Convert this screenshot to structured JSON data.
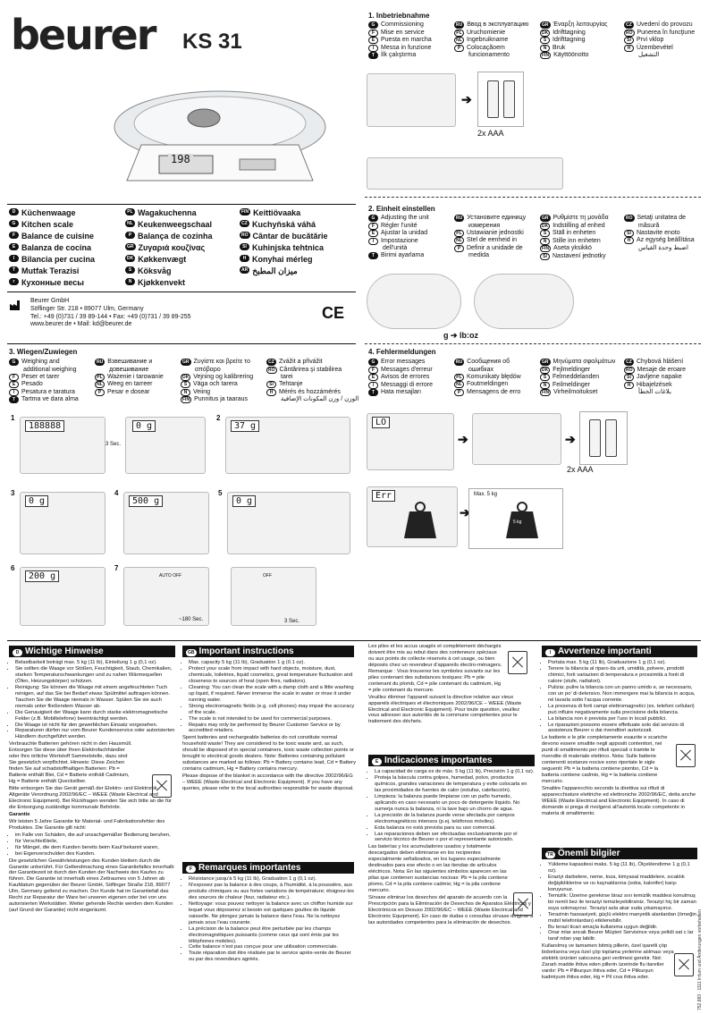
{
  "brand": {
    "logo": "beurer",
    "model": "KS 31"
  },
  "hero": {
    "display": "198"
  },
  "lang_names": [
    {
      "code": "D",
      "text": "Küchenwaage"
    },
    {
      "code": "G",
      "text": "Kitchen scale"
    },
    {
      "code": "F",
      "text": "Balance de cuisine"
    },
    {
      "code": "E",
      "text": "Balanza de cocina"
    },
    {
      "code": "I",
      "text": "Bilancia per cucina"
    },
    {
      "code": "T",
      "text": "Mutfak Terazisi"
    },
    {
      "code": "r",
      "text": "Кухонные весы"
    },
    {
      "code": "PL",
      "text": "Wagakuchenna"
    },
    {
      "code": "NL",
      "text": "Keukenweegschaal"
    },
    {
      "code": "P",
      "text": "Balança de cozinha"
    },
    {
      "code": "GR",
      "text": "Zυγαριά κουζίνας"
    },
    {
      "code": "DK",
      "text": "Køkkenvægt"
    },
    {
      "code": "S",
      "text": "Köksvåg"
    },
    {
      "code": "N",
      "text": "Kjøkkenvekt"
    },
    {
      "code": "FIN",
      "text": "Keittiövaaka"
    },
    {
      "code": "CZ",
      "text": "Kuchyňská váhá"
    },
    {
      "code": "RO",
      "text": "Cântar de bucătărie"
    },
    {
      "code": "SI",
      "text": "Kuhinjska tehtnica"
    },
    {
      "code": "H",
      "text": "Konyhai mérleg"
    },
    {
      "code": "AR",
      "text": "ميزان المطبخ"
    }
  ],
  "company": {
    "name": "Beurer GmbH",
    "addr": "Söflinger Str. 218  •  89077 Ulm, Germany",
    "tel": "Tel.: +49 (0)731 / 39 89-144  •  Fax: +49 (0)731 / 39 89-255",
    "web": "www.beurer.de  •  Mail: kd@beurer.de",
    "ce": "CE"
  },
  "s1": {
    "title": "1. Inbetriebnahme",
    "col1": [
      [
        "G",
        "Commissioning"
      ],
      [
        "F",
        "Mise en service"
      ],
      [
        "E",
        "Puesta en marcha"
      ],
      [
        "I",
        "Messa in funzione"
      ],
      [
        "T",
        "İlk çalıştırma"
      ]
    ],
    "col2": [
      [
        "RU",
        "Ввод в эксплуатацию"
      ],
      [
        "PL",
        "Uruchomienie"
      ],
      [
        "NL",
        "Ingebruikname"
      ],
      [
        "P",
        "Colocaçãoem"
      ],
      [
        "",
        "funcionamento"
      ]
    ],
    "col3": [
      [
        "GR",
        "Έναρξη λειτουργίας"
      ],
      [
        "DK",
        "Idrifttagning"
      ],
      [
        "S",
        "Idrifttagning"
      ],
      [
        "N",
        "Bruk"
      ],
      [
        "FIN",
        "Käyttöönotto"
      ]
    ],
    "col4": [
      [
        "CZ",
        "Uvedení do provozu"
      ],
      [
        "RO",
        "Punerea în funcţiune"
      ],
      [
        "SI",
        "Prvi vklop"
      ],
      [
        "H",
        "Üzembevétel"
      ],
      [
        "",
        "التشغيل"
      ]
    ],
    "battery": "2x AAA"
  },
  "s2": {
    "title": "2. Einheit einstellen",
    "col1": [
      [
        "G",
        "Adjusting the unit"
      ],
      [
        "F",
        "Régler l'unité"
      ],
      [
        "E",
        "Ajustar la unidad"
      ],
      [
        "I",
        "Impostazione"
      ],
      [
        "",
        "dell'unità"
      ],
      [
        "T",
        "Birimi ayarlama"
      ]
    ],
    "col2": [
      [
        "RU",
        "Установите единицу"
      ],
      [
        "",
        "измерения"
      ],
      [
        "PL",
        "Ustawianie jednostki"
      ],
      [
        "NL",
        "Stel de eenheid in"
      ],
      [
        "P",
        "Definir a unidade de"
      ],
      [
        "",
        "medida"
      ]
    ],
    "col3": [
      [
        "GR",
        "Ρυθμίστε τη μονάδα"
      ],
      [
        "DK",
        "Indstilling af enhed"
      ],
      [
        "S",
        "Ställ in enheten"
      ],
      [
        "N",
        "Stille inn enheten"
      ],
      [
        "FIN",
        "Aseta yksikkö"
      ],
      [
        "SI",
        "Nastavení jednotky"
      ]
    ],
    "col4": [
      [
        "RO",
        "Setaţi unitatea de"
      ],
      [
        "",
        "măsură"
      ],
      [
        "SI",
        "Nastavite enoto"
      ],
      [
        "H",
        "Az egység beállítása"
      ],
      [
        "",
        "اضبط وحدة القياس"
      ]
    ],
    "caption": "g ➔ lb:oz"
  },
  "s3": {
    "title": "3. Wiegen/Zuwiegen",
    "col1": [
      [
        "G",
        "Weighing and"
      ],
      [
        "",
        "additional weighing"
      ],
      [
        "F",
        "Peser et tarer"
      ],
      [
        "E",
        "Pesado"
      ],
      [
        "I",
        "Pesatura e taratura"
      ],
      [
        "T",
        "Tartma ve dara alma"
      ]
    ],
    "col2": [
      [
        "RU",
        "Взвешивание и"
      ],
      [
        "",
        "довешивание"
      ],
      [
        "PL",
        "Ważenie i tarowanie"
      ],
      [
        "NL",
        "Weeg en tarreer"
      ],
      [
        "P",
        "Pesar e dosear"
      ]
    ],
    "col3": [
      [
        "GR",
        "Ζυγίστε και βρείτε το"
      ],
      [
        "",
        "απόβαρο"
      ],
      [
        "DK",
        "Vejning og kalibrering"
      ],
      [
        "S",
        "Väga och tarera"
      ],
      [
        "N",
        "Veiing"
      ],
      [
        "FIN",
        "Punnitus ja taaraus"
      ]
    ],
    "col4": [
      [
        "CZ",
        "Zvážit a přivážit"
      ],
      [
        "RO",
        "Cântărirea şi stabilirea"
      ],
      [
        "",
        "tarei"
      ],
      [
        "SI",
        "Tehtanje"
      ],
      [
        "H",
        "Mérés és hozzámérés"
      ],
      [
        "",
        "الوزن / وزن المكونات الإضافية"
      ]
    ],
    "steps": [
      "1",
      "2",
      "3",
      "4",
      "5",
      "6",
      "7"
    ],
    "lcd1": "188888",
    "lcd1b": "0 g",
    "lcd2": "37 g",
    "lcd3": "0 g",
    "lcd4": "500 g",
    "lcd5": "0 g",
    "lcd6": "200 g",
    "sec3": "3 Sec.",
    "auto": "AUTO OFF",
    "off": "OFF",
    "sec180": "~180 Sec.",
    "sec3b": "3 Sec."
  },
  "s4": {
    "title": "4. Fehlermeldungen",
    "col1": [
      [
        "G",
        "Error messages"
      ],
      [
        "F",
        "Messages d'erreur"
      ],
      [
        "E",
        "Avisos de errores"
      ],
      [
        "I",
        "Messaggi di errore"
      ],
      [
        "T",
        "Hata mesajları"
      ]
    ],
    "col2": [
      [
        "RU",
        "Сообщения об"
      ],
      [
        "",
        "ошибках"
      ],
      [
        "PL",
        "Komunikaty błędów"
      ],
      [
        "NL",
        "Foutmeldingen"
      ],
      [
        "P",
        "Mensagens de erro"
      ]
    ],
    "col3": [
      [
        "GR",
        "Μηνύματα σφαλμάτων"
      ],
      [
        "DK",
        "Fejlmeldinger"
      ],
      [
        "S",
        "Felmeddelanden"
      ],
      [
        "N",
        "Feilmeldinger"
      ],
      [
        "FIN",
        "Virheilmoitukset"
      ]
    ],
    "col4": [
      [
        "CZ",
        "Chybová hlášení"
      ],
      [
        "RO",
        "Mesaje de eroare"
      ],
      [
        "SI",
        "Javljene napake"
      ],
      [
        "H",
        "Hibajelzések"
      ],
      [
        "",
        "بلاغات الخطأ"
      ]
    ],
    "err": "Err",
    "lo": "LO",
    "max": "Max. 5 kg",
    "weight": "5 kg",
    "battery": "2x AAA"
  },
  "d": {
    "title": "Wichtige Hinweise",
    "items": [
      "Belastbarkeit beträgt max. 5 kg (11 lb), Einteilung 1 g (0,1 oz).",
      "Sie sollten die Waage vor Stößen, Feuchtigkeit, Staub, Chemikalien, starken Temperaturschwankungen und zu nahen Wärmequellen (Öfen, Heizungskörper) schützen.",
      "Reinigung: Sie können die Waage mit einem angefeuchteten Tuch reinigen, auf das Sie bei Bedarf etwas Spülmittel auftragen können. Tauchen Sie die Waage niemals in Wasser. Spülen Sie sie auch niemals unter fließendem Wasser ab.",
      "Die Genauigkeit der Waage kann durch starke elektromagnetische Felder (z.B. Mobiltelefone) beeinträchtigt werden.",
      "Die Waage ist nicht für den gewerblichen Einsatz vorgesehen.",
      "Reparaturen dürfen nur vom Beurer Kundenservice oder autorisierten Händlern durchgeführt werden."
    ],
    "p1": "Verbrauchte Batterien gehören nicht in den Hausmüll. Entsorgen Sie diese über Ihren Elektrofachhändler oder Ihre örtliche Wertstoff Sammelstelle, dazu sind Sie gesetzlich verpflichtet. Hinweis: Diese Zeichen finden Sie auf schadstoffhaltigen Batterien: Pb = Batterie enthält Blei, Cd = Batterie enthält Cadmium, Hg = Batterie enthält Quecksilber.",
    "p2": "Bitte entsorgen Sie das Gerät gemäß der Elektro- und Elektronik Altgeräte Verordnung 2002/96/EC – WEEE (Waste Electrical and Electronic Equipment). Bei Rückfragen wenden Sie sich bitte an die für die Entsorgung zuständige kommunale Behörde.",
    "gar": "Garantie",
    "p3": "Wir leisten 5 Jahre Garantie für Material- und Fabrikationsfehler des Produktes. Die Garantie gilt nicht:",
    "items2": [
      "im Falle von Schäden, die auf unsachgemäßer Bedienung beruhen,",
      "für Verschleißteile,",
      "für Mängel, die dem Kunden bereits beim Kauf bekannt waren,",
      "bei Eigenverschulden des Kunden."
    ],
    "p4": "Die gesetzlichen Gewährleistungen des Kunden bleiben durch die Garantie unberührt. Für Geltendmachung eines Garantiefalles innerhalb der Garantiezeit ist durch den Kunden der Nachweis des Kaufes zu führen. Die Garantie ist innerhalb eines Zeitraumes von 5 Jahren ab Kaufdatum gegenüber der Beurer GmbH, Söflinger Straße 218, 89077 Ulm, Germany geltend zu machen. Der Kunde hat im Garantiefall das Recht zur Reparatur der Ware bei unseren eigenen oder bei von uns autorisierten Werkstätten. Weiter gehende Rechte werden dem Kunden (auf Grund der Garantie) nicht eingeräumt."
  },
  "g": {
    "title": "Important instructions",
    "items": [
      "Max. capacity 5 kg (11 lb), Graduation 1 g (0.1 oz).",
      "Protect your scale from impact with hard objects, moisture, dust, chemicals, toiletries, liquid cosmetics, great temperature fluctuation and closeness to sources of heat (open fires, radiators).",
      "Cleaning: You can clean the scale with a damp cloth and a little washing up liquid, if required. Never immerse the scale in water or rinse it under running water.",
      "Strong electromagnetic fields (e.g. cell phones) may impair the accuracy of the scale.",
      "The scale is not intended to be used for commercial purposes.",
      "Repairs may only be performed by Beurer Customer Service or by accredited retailers."
    ],
    "p1": "Spent batteries and rechargeable batteries do not constitute normal household waste! They are considered to be toxic waste and, as such, should be disposed of in special containers, toxic waste collection points or brought to electrical goods dealers. Note: Batteries containing pollutant substances are marked as follows: Pb = Battery contains lead, Cd = Battery contains cadmium, Hg = Battery contains mercury.",
    "p2": "Please dispose of the blanket in accordance with the directive 2002/96/EG – WEEE (Waste Electrical and Electronic Equipment). If you have any queries, please refer to the local authorities responsible for waste disposal."
  },
  "f": {
    "title": "Remarques importantes",
    "items": [
      "Résistance jusqu'à 5 kg (11 lb), Graduation 1 g (0,1 oz).",
      "N'exposez pas la balance à des coups, à l'humidité, à la poussière, aux produits chimiques ou aux fortes variations de température; éloignez-les des sources de chaleur (four, radiateur etc.).",
      "Nettoyage: vous pouvez nettoyer la balance avec un chiffon humide sur lequel vous déposerez si besoin est quelques gouttes de liquide vaisselle. Ne plongez jamais la balance dans l'eau. Ne la nettoyez jamais sous l'eau courante.",
      "La précision de la balance peut être perturbée par les champs électromagnétiques puissants (comme ceux qui sont émis par les téléphones mobiles).",
      "Cette balance n'est pas conçue pour une utilisation commerciale.",
      "Toute réparation doit être réalisée par le service après-vente de Beurer ou par des revendeurs agréés."
    ]
  },
  "fr2": {
    "p1": "Les piles et les accus usagés et complètement déchargés doivent être mis au rebut dans des conteneurs spéciaux ou aux points de collecte réservés à cet usage, ou bien déposés chez un revendeur d'appareils électro-ménagers. Remarque : Vous trouverez les symboles suivants sur les piles contenant des substances toxiques: Pb = pile contenant du plomb, Cd = pile contenant du cadmium, Hg = pile contenant du mercure.",
    "p2": "Veuillez éliminer l'appareil suivant la directive relative aux vieux appareils électriques et électroniques 2002/96/CE – WEEE (Waste Electrical and Electronic Equipment). Pour toute question, veuillez vous adresser aux autorités de la commune compétentes pour le traitement des déchets."
  },
  "e": {
    "title": "Indicaciones importantes",
    "items": [
      "La capacidad de carga es de máx. 5 kg (11 lb), Precisión 1 g (0,1 oz).",
      "Proteja la báscula contra golpes, humedad, polvo, productos químicos, grandes variaciones de temperatura y evite colocarla en las proximidades de fuentes de calor (estufas, calefacción).",
      "Limpieza: la balanza puede limpiarse con un paño humedo, aplicando en caso necesario un poco de detergente líquido. No sumerja nunca la balanza, ni la lave bajo un chorro de agua.",
      "La precisión de la balanza puede verse afectada por campos electromagnéticos intensos (p.ej. teléfonos móviles).",
      "Esta balanza no está prevista para su uso comercial.",
      "Las reparaciones deben ser efectuadas exclusivamente por el servicio técnico de Beurer o por el representante autorizado."
    ],
    "p1": "Las baterías y los acumuladores usados y totalmente descargados deben eliminarse en los recipientes especialmente señalizados, en los lugares especialmente destinados para ese efecto o en las tiendas de artículos eléctricos. Nota: En las siguientes símbolos aparecen en las pilas que contienen sustancias nocivas: Pb = la pila contiene plomo, Cd = la pila contiene cadmio; Hg = la pila contiene mercurio.",
    "p2": "Sírvase eliminar los desechos del aparato de acuerdo con la Prescripción para la Eliminación de Desechos de Aparatos Eléctricos y Electrónicos en Desuso 2002/96/EC – WEEE (Waste Electrical and Electronic Equipment). En caso de dudas o consultas sírvase dirigirse a las autoridades competentes para la eliminación de desechos."
  },
  "i": {
    "title": "Avvertenze importanti",
    "items": [
      "Portata max. 5 kg (11 lb), Graduazione 1 g (0,1 oz).",
      "Tenere la bilancia al riparo da urti, umidità, polvere, prodotti chimici, forti variazioni di temperatura e prossimità a fonti di calore (stufe, radiatori).",
      "Pulizia: pulire la bilancia con un panno umido e, se necessario, con un po' di detersivo. Non immergere mai la bilancia in acqua, né lavarla sotto l'acqua corrente.",
      "La presenza di forti campi elettromagnetici (es. telefoni cellulari) può influire negativamente sulla precisione della bilancia.",
      "La bilancia non è prevista per l'uso in locali pubblici.",
      "Le riparazioni possono essere effettuate solo dal servizio di assistenza Beurer o dai rivenditori autorizzati."
    ],
    "p1": "Le batterie e le pile completamente esaurite e scariche devono essere smaltite negli appositi contenitori, nei punti di smaltimento per rifiuti speciali o tramite le rivendite di materiale elettrico. Nota: Sulle batterie contenenti sostanze nocive sono riportate le sigle seguenti: Pb = la batteria contiene piombo, Cd = la batteria contiene cadmio, Hg = la batteria contiene mercurio.",
    "p2": "Smaltire l'apparecchio secondo la direttiva sui rifiuti di apparecchiature elettriche ed elettroniche 2002/96/EC, detta anche WEEE (Waste Electrical and Electronic Equipment). In caso di domande si prega di rivolgersi all'autorità locale competente in materia di smaltimento."
  },
  "t": {
    "title": "Önemli bilgiler",
    "items": [
      "Yükleme kapasitesi maks. 5 kg (11 lb), Ölçeklendirme 1 g (0,1 oz).",
      "Eraziyi darbelere, neme, toza, kimyasal maddelere, sıcaklık değişikliklerine ve ısı kaynaklarına (soba, kalorifer) karşı koruyunuz.",
      "Temizlik: Üzerine gerekirse biraz sıvı temizlik maddesi konulmuş bir nemli bez ile teraziyi temizleyebilirsiniz. Teraziyi hiç bir zaman suya sokmayınız. Teraziyi asla akar suda yıkamayınız.",
      "Terazinin hassasiyeti, güçlü elektro manyetik alanlardan (örneğin mobil telefonlardan) etkilenebilir.",
      "Bu terazi ticari amaçla kullanıma uygun değildir.",
      "Onar mlar ancak Beurer Müşteri Servisince veya yetkili sat c lar taraf ndan yap labilir."
    ],
    "p1": "Kullanılmış ve tamamen bitmiş pillerin, özel işaretli çöp bidonlarına veya özel çöp toplama yerlerine atılması veya elektrik ürünleri satıcısına geri verilmesi gerekir. Not: Zararlı madde ihtiva eden pillerin üzerinde flu itaretler vardır: Pb = Pilkurşun ihtiva eder, Cd = Pilkurşun kadmiyum ihtiva eder, Hg = Pil cıva ihtiva eder."
  },
  "side": "752.883 · 1111   Irrtum und Änderungen vorbehalten"
}
